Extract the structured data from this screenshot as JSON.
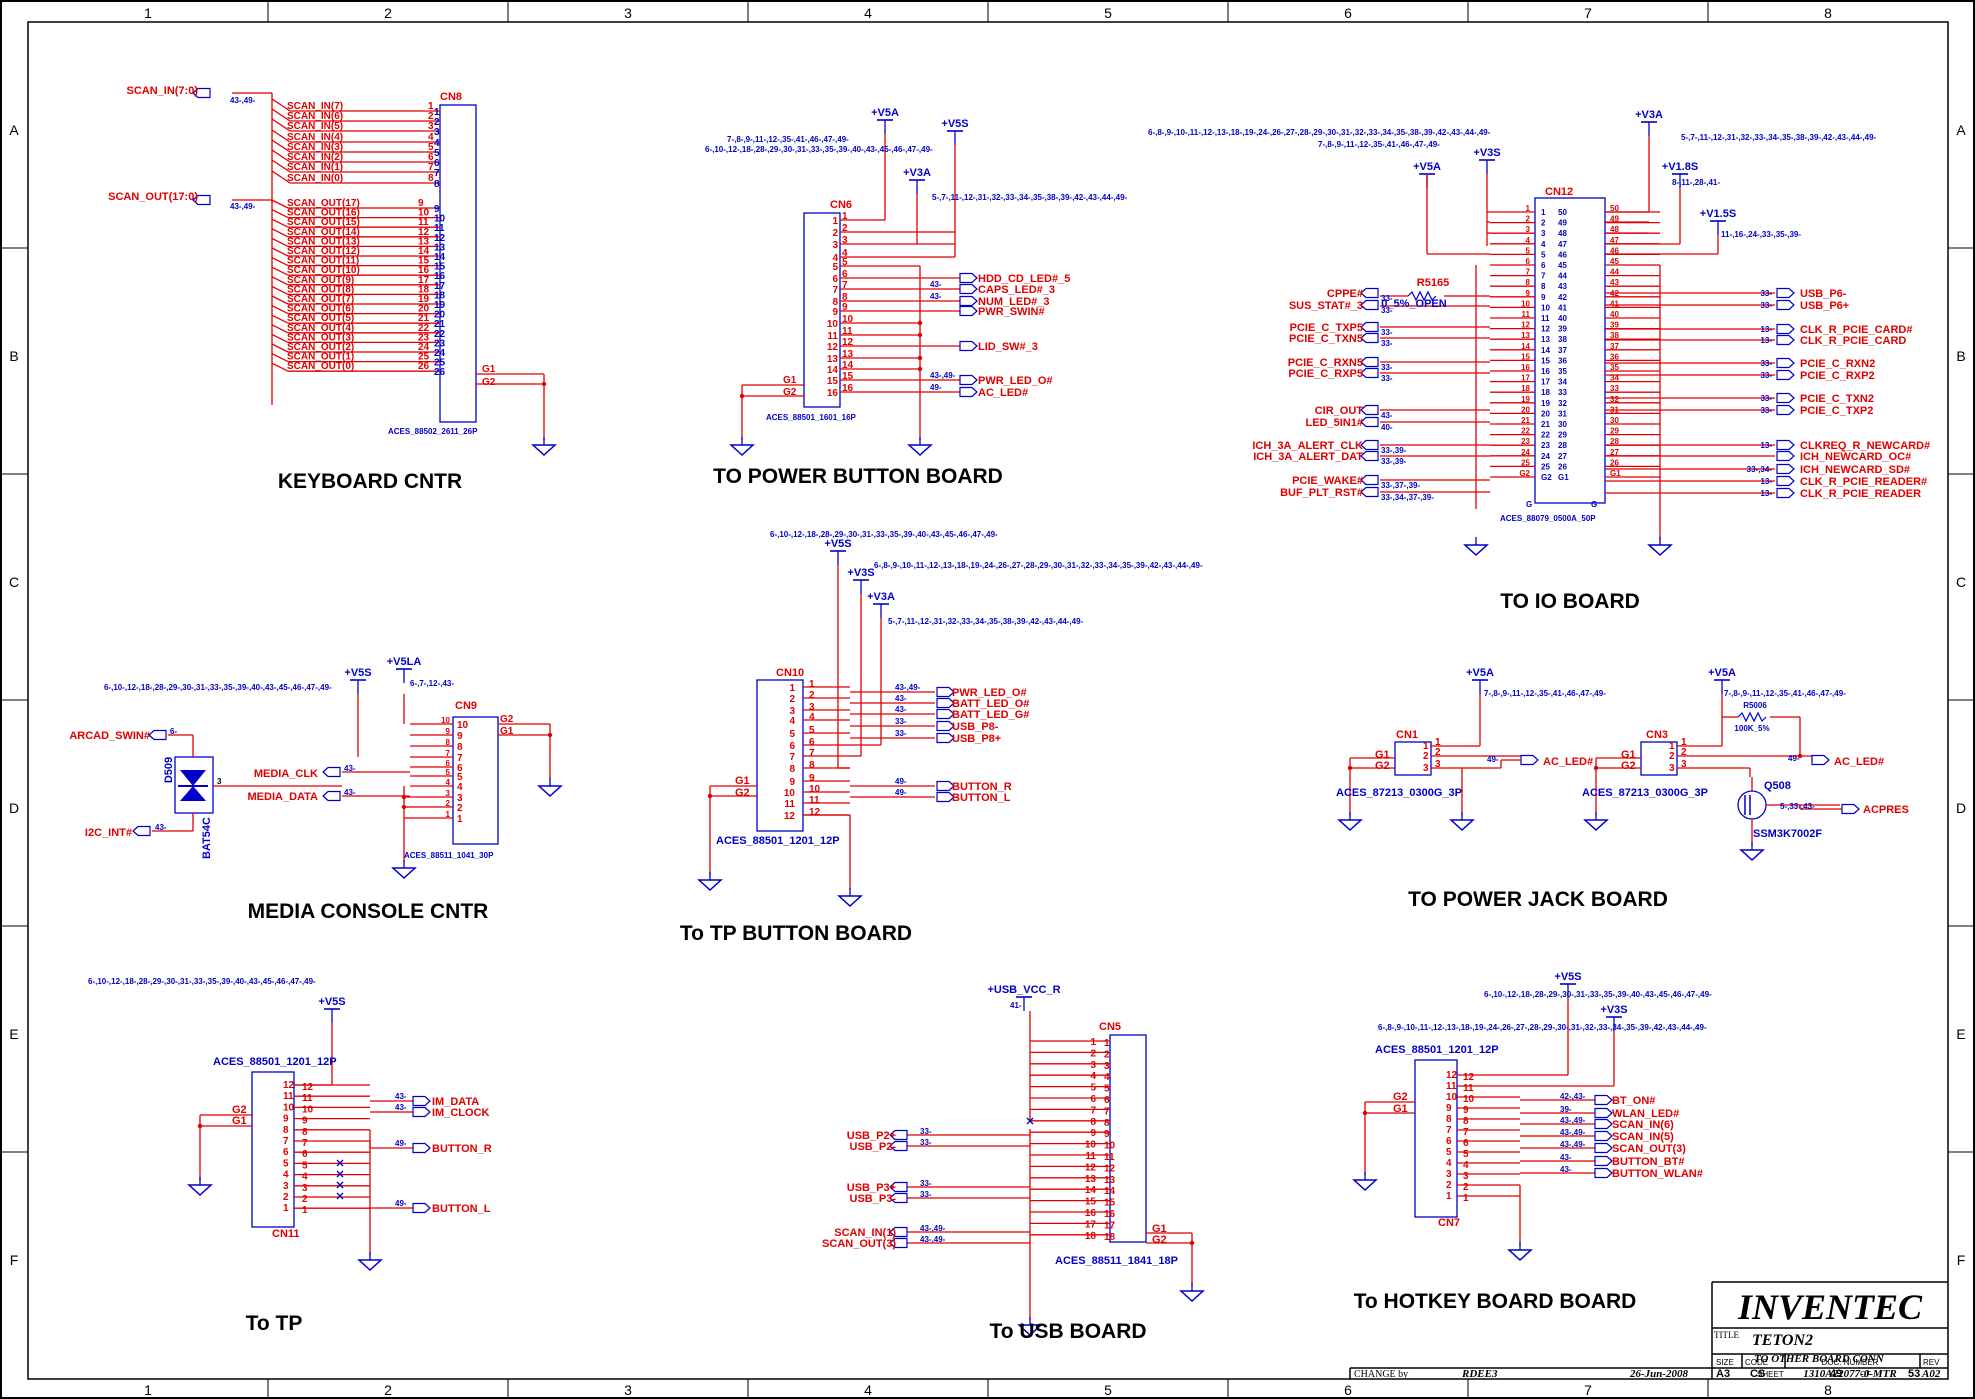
{
  "frame": {
    "cols": [
      "1",
      "2",
      "3",
      "4",
      "5",
      "6",
      "7",
      "8"
    ],
    "rows": [
      "A",
      "B",
      "C",
      "D",
      "E",
      "F"
    ]
  },
  "colors": {
    "wire": "#e00000",
    "part": "#0000c8",
    "frame": "#000000"
  },
  "keyboard": {
    "title": "KEYBOARD CNTR",
    "ref": "CN8",
    "part": "ACES_88502_2611_26P",
    "scan_in_bus": "SCAN_IN(7:0)",
    "scan_out_bus": "SCAN_OUT(17:0)",
    "bus_ref": "43-,49-",
    "scan_in": [
      "SCAN_IN(7)",
      "SCAN_IN(6)",
      "SCAN_IN(5)",
      "SCAN_IN(4)",
      "SCAN_IN(3)",
      "SCAN_IN(2)",
      "SCAN_IN(1)",
      "SCAN_IN(0)"
    ],
    "scan_out": [
      "SCAN_OUT(17)",
      "SCAN_OUT(16)",
      "SCAN_OUT(15)",
      "SCAN_OUT(14)",
      "SCAN_OUT(13)",
      "SCAN_OUT(12)",
      "SCAN_OUT(11)",
      "SCAN_OUT(10)",
      "SCAN_OUT(9)",
      "SCAN_OUT(8)",
      "SCAN_OUT(7)",
      "SCAN_OUT(6)",
      "SCAN_OUT(5)",
      "SCAN_OUT(4)",
      "SCAN_OUT(3)",
      "SCAN_OUT(2)",
      "SCAN_OUT(1)",
      "SCAN_OUT(0)"
    ],
    "g_pins": [
      "G1",
      "G2"
    ]
  },
  "power_button": {
    "title": "TO POWER BUTTON BOARD",
    "ref": "CN6",
    "part": "ACES_88501_1601_16P",
    "rails": [
      "+V5A",
      "+V5S",
      "+V3A"
    ],
    "rail_refs": [
      "7-,8-,9-,11-,12-,35-,41-,46-,47-,49-",
      "6-,10-,12-,18-,28-,29-,30-,31-,33-,35-,39-,40-,43-,45-,46-,47-,49-",
      "5-,7-,11-,12-,31-,32-,33-,34-,35-,38-,39-,42-,43-,44-,49-"
    ],
    "signals": [
      "HDD_CD_LED#_5",
      "CAPS_LED#_3",
      "NUM_LED#_3",
      "PWR_SWIN#",
      "LID_SW#_3",
      "PWR_LED_O#",
      "AC_LED#"
    ],
    "sig_refs": [
      "",
      "43-",
      "43-",
      "",
      "",
      "43-,49-",
      "49-"
    ],
    "g_pins": [
      "G1",
      "G2"
    ]
  },
  "io_board": {
    "title": "TO IO BOARD",
    "ref": "CN12",
    "part": "ACES_88079_0500A_50P",
    "rails": [
      "+V5A",
      "+V3S",
      "+V3A",
      "+V1.8S",
      "+V1.5S"
    ],
    "rail_refs": [
      "6-,8-,9-,10-,11-,12-,13-,18-,19-,24-,26-,27-,28-,29-,30-,31-,32-,33-,34-,35-,38-,39-,42-,43-,44-,49-",
      "7-,8-,9-,11-,12-,35-,41-,46-,47-,49-",
      "5-,7-,11-,12-,31-,32-,33-,34-,35-,38-,39-,42-,43-,44-,49-",
      "8-,11-,28-,41-",
      "11-,16-,24-,33-,35-,39-"
    ],
    "resistor": {
      "ref": "R5165",
      "value": "0_5%_OPEN"
    },
    "left_signals": [
      "CPPE#",
      "SUS_STAT#_3",
      "PCIE_C_TXP5",
      "PCIE_C_TXN5",
      "PCIE_C_RXN5",
      "PCIE_C_RXP5",
      "CIR_OUT",
      "LED_5IN1#",
      "ICH_3A_ALERT_CLK",
      "ICH_3A_ALERT_DAT",
      "PCIE_WAKE#",
      "BUF_PLT_RST#"
    ],
    "left_refs": [
      "33-",
      "33-",
      "33-",
      "33-",
      "33-",
      "33-",
      "43-",
      "40-",
      "33-,39-",
      "33-,39-",
      "33-,37-,39-",
      "33-,34-,37-,39-"
    ],
    "right_signals": [
      "USB_P6-",
      "USB_P6+",
      "CLK_R_PCIE_CARD#",
      "CLK_R_PCIE_CARD",
      "PCIE_C_RXN2",
      "PCIE_C_RXP2",
      "PCIE_C_TXN2",
      "PCIE_C_TXP2",
      "CLKREQ_R_NEWCARD#",
      "ICH_NEWCARD_OC#",
      "ICH_NEWCARD_SD#",
      "CLK_R_PCIE_READER#",
      "CLK_R_PCIE_READER"
    ],
    "right_refs": [
      "33-",
      "33-",
      "13-",
      "13-",
      "33-",
      "33-",
      "33-",
      "33-",
      "13-",
      "",
      "33-,34-",
      "13-",
      "13-"
    ],
    "pins_left": [
      "1",
      "2",
      "3",
      "4",
      "5",
      "6",
      "7",
      "8",
      "9",
      "10",
      "11",
      "12",
      "13",
      "14",
      "15",
      "16",
      "17",
      "18",
      "19",
      "20",
      "21",
      "22",
      "23",
      "24",
      "25",
      "G2"
    ],
    "pins_right": [
      "50",
      "49",
      "48",
      "47",
      "46",
      "45",
      "44",
      "43",
      "42",
      "41",
      "40",
      "39",
      "38",
      "37",
      "36",
      "35",
      "34",
      "33",
      "32",
      "31",
      "30",
      "29",
      "28",
      "27",
      "26",
      "G1"
    ],
    "gnd_letter": "G"
  },
  "media": {
    "title": "MEDIA CONSOLE CNTR",
    "ref": "CN9",
    "part": "ACES_88511_1041_30P",
    "rails": [
      "+V5S",
      "+V5LA"
    ],
    "rail_refs": [
      "6-,10-,12-,18-,28-,29-,30-,31-,33-,35-,39-,40-,43-,45-,46-,47-,49-",
      "6-,7-,12-,43-"
    ],
    "signals": [
      "ARCAD_SWIN#",
      "MEDIA_CLK",
      "MEDIA_DATA",
      "I2C_INT#"
    ],
    "sig_refs": [
      "6-",
      "43-",
      "43-",
      "43-"
    ],
    "diode": {
      "ref": "D509",
      "part": "BAT54C",
      "pin3": "3"
    },
    "pins": [
      "10",
      "9",
      "8",
      "7",
      "6",
      "5",
      "4",
      "3",
      "2",
      "1"
    ],
    "g_pins": [
      "G2",
      "G1"
    ]
  },
  "tp_button": {
    "title": "To TP BUTTON BOARD",
    "ref": "CN10",
    "part": "ACES_88501_1201_12P",
    "rails": [
      "+V5S",
      "+V3S",
      "+V3A"
    ],
    "rail_refs": [
      "6-,10-,12-,18-,28-,29-,30-,31-,33-,35-,39-,40-,43-,45-,46-,47-,49-",
      "6-,8-,9-,10-,11-,12-,13-,18-,19-,24-,26-,27-,28-,29-,30-,31-,32-,33-,34-,35-,39-,42-,43-,44-,49-",
      "5-,7-,11-,12-,31-,32-,33-,34-,35-,38-,39-,42-,43-,44-,49-"
    ],
    "signals": [
      "PWR_LED_O#",
      "BATT_LED_O#",
      "BATT_LED_G#",
      "USB_P8-",
      "USB_P8+",
      "BUTTON_R",
      "BUTTON_L"
    ],
    "sig_refs": [
      "43-,49-",
      "43-",
      "43-",
      "33-",
      "33-",
      "49-",
      "49-"
    ],
    "g_pins": [
      "G1",
      "G2"
    ]
  },
  "power_jack": {
    "title": "TO POWER JACK BOARD",
    "rail": "+V5A",
    "rail_ref": "7-,8-,9-,11-,12-,35-,41-,46-,47-,49-",
    "cn1": {
      "ref": "CN1",
      "part": "ACES_87213_0300G_3P"
    },
    "cn3": {
      "ref": "CN3",
      "part": "ACES_87213_0300G_3P"
    },
    "signals": [
      "AC_LED#",
      "AC_LED#",
      "ACPRES"
    ],
    "sig_refs": [
      "49-",
      "49-",
      "5-,33-,43-"
    ],
    "resistor": {
      "ref": "R5006",
      "value": "100K_5%"
    },
    "fet": {
      "ref": "Q508",
      "part": "SSM3K7002F"
    },
    "g_pins": [
      "G1",
      "G2"
    ]
  },
  "tp": {
    "title": "To TP",
    "ref": "CN11",
    "part": "ACES_88501_1201_12P",
    "rail": "+V5S",
    "rail_ref": "6-,10-,12-,18-,28-,29-,30-,31-,33-,35-,39-,40-,43-,45-,46-,47-,49-",
    "signals": [
      "IM_DATA",
      "IM_CLOCK",
      "BUTTON_R",
      "BUTTON_L"
    ],
    "sig_refs": [
      "43-",
      "43-",
      "49-",
      "49-"
    ],
    "g_pins": [
      "G2",
      "G1"
    ]
  },
  "usb": {
    "title": "To USB BOARD",
    "ref": "CN5",
    "part": "ACES_88511_1841_18P",
    "rail": "+USB_VCC_R",
    "rail_ref": "41-",
    "signals": [
      "USB_P2+",
      "USB_P2-",
      "USB_P3+",
      "USB_P3-",
      "SCAN_IN(1)",
      "SCAN_OUT(3)"
    ],
    "sig_refs": [
      "33-",
      "33-",
      "33-",
      "33-",
      "43-,49-",
      "43-,49-"
    ],
    "g_pins": [
      "G1",
      "G2"
    ]
  },
  "hotkey": {
    "title": "To HOTKEY BOARD BOARD",
    "ref": "CN7",
    "part": "ACES_88501_1201_12P",
    "rails": [
      "+V5S",
      "+V3S"
    ],
    "rail_refs": [
      "6-,10-,12-,18-,28-,29-,30-,31-,33-,35-,39-,40-,43-,45-,46-,47-,49-",
      "6-,8-,9-,10-,11-,12-,13-,18-,19-,24-,26-,27-,28-,29-,30-,31-,32-,33-,34-,35-,39-,42-,43-,44-,49-"
    ],
    "signals": [
      "BT_ON#",
      "WLAN_LED#",
      "SCAN_IN(6)",
      "SCAN_IN(5)",
      "SCAN_OUT(3)",
      "BUTTON_BT#",
      "BUTTON_WLAN#"
    ],
    "sig_refs": [
      "42-,43-",
      "39-",
      "43-,49-",
      "43-,49-",
      "43-,49-",
      "43-",
      "43-"
    ],
    "g_pins": [
      "G2",
      "G1"
    ]
  },
  "title_block": {
    "company": "INVENTEC",
    "title_label": "TITLE",
    "title": "TETON2",
    "subtitle": "TO OTHER BOARD CONN",
    "size_label": "SIZE",
    "size": "A3",
    "code_label": "CODE",
    "code": "CS",
    "doc_label": "DOC. NUMBER",
    "doc": "1310A22077-0-MTR",
    "rev_label": "REV",
    "rev": "A02",
    "change_label": "CHANGE by",
    "changed_by": "RDEE3",
    "date": "26-Jun-2008",
    "sheet_label": "SHEET",
    "sheet": "49",
    "of_label": "OF",
    "total": "53"
  }
}
